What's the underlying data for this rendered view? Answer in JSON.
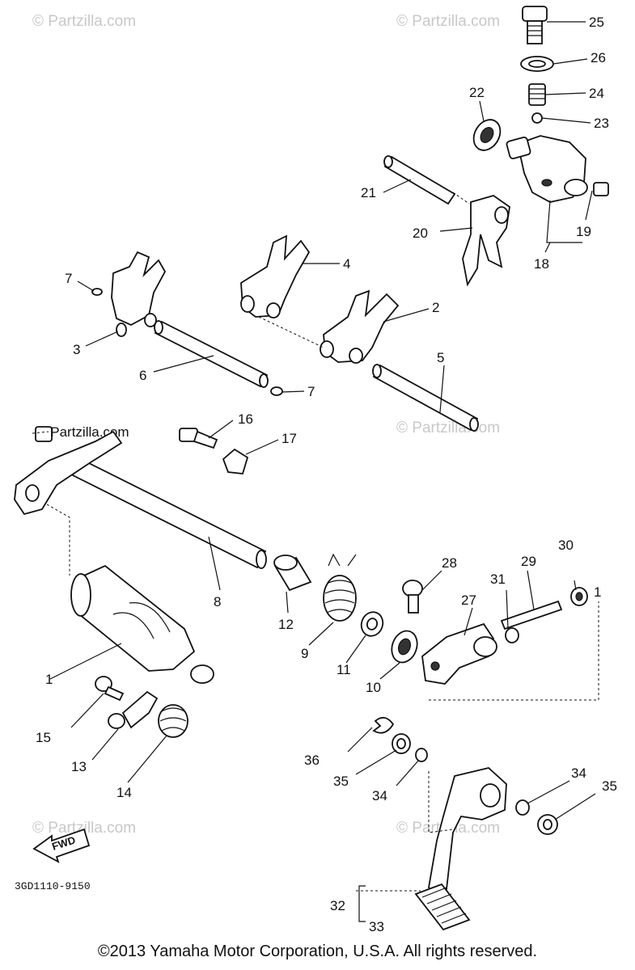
{
  "watermark": "© Partzilla.com",
  "diagram_code": "3GD1110-9150",
  "fwd_label": "FWD",
  "copyright": "©2013 Yamaha Motor Corporation, U.S.A. All rights reserved.",
  "callouts": [
    "1",
    "2",
    "3",
    "4",
    "5",
    "6",
    "7",
    "8",
    "9",
    "10",
    "11",
    "12",
    "13",
    "14",
    "15",
    "16",
    "17",
    "18",
    "19",
    "20",
    "21",
    "22",
    "23",
    "24",
    "25",
    "26",
    "27",
    "28",
    "29",
    "30",
    "31",
    "32",
    "33",
    "34",
    "35",
    "36"
  ]
}
